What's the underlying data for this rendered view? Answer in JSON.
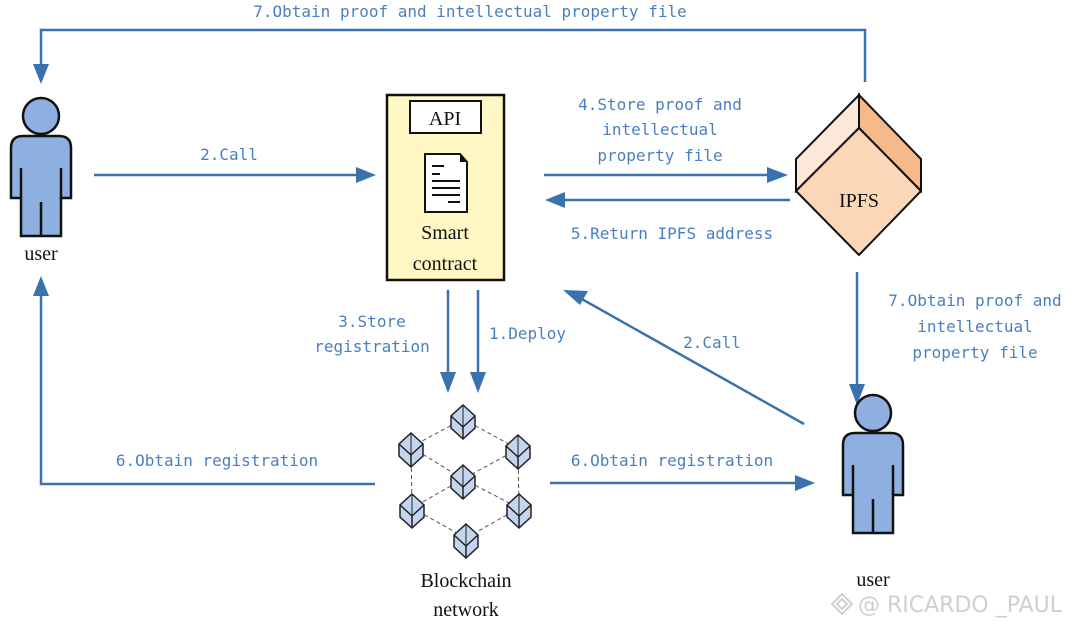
{
  "colors": {
    "arrow": "#3a72b0",
    "label": "#4a7fbf",
    "user_fill": "#8db0e0",
    "contract_fill": "#fff8c4",
    "ipfs_front": "#fbd7b8",
    "ipfs_left": "#fde7d8",
    "ipfs_right": "#f5b98a",
    "block_fill": "#c4d6ef"
  },
  "nodes": {
    "user_left": "user",
    "user_right": "user",
    "api": "API",
    "contract_line1": "Smart",
    "contract_line2": "contract",
    "ipfs": "IPFS",
    "blockchain_line1": "Blockchain",
    "blockchain_line2": "network"
  },
  "edges": {
    "top_obtain": "7.Obtain proof and intellectual property file",
    "call_left": "2.Call",
    "store_proof": [
      "4.Store proof and",
      "intellectual",
      "property file"
    ],
    "return_ipfs": "5.Return IPFS address",
    "store_reg": [
      "3.Store",
      "registration"
    ],
    "deploy": "1.Deploy",
    "call_right": "2.Call",
    "obtain_right": [
      "7.Obtain proof and",
      "intellectual",
      "property file"
    ],
    "obtain_reg_left": "6.Obtain registration",
    "obtain_reg_right": "6.Obtain registration"
  },
  "watermark": "@ RICARDO _PAUL"
}
